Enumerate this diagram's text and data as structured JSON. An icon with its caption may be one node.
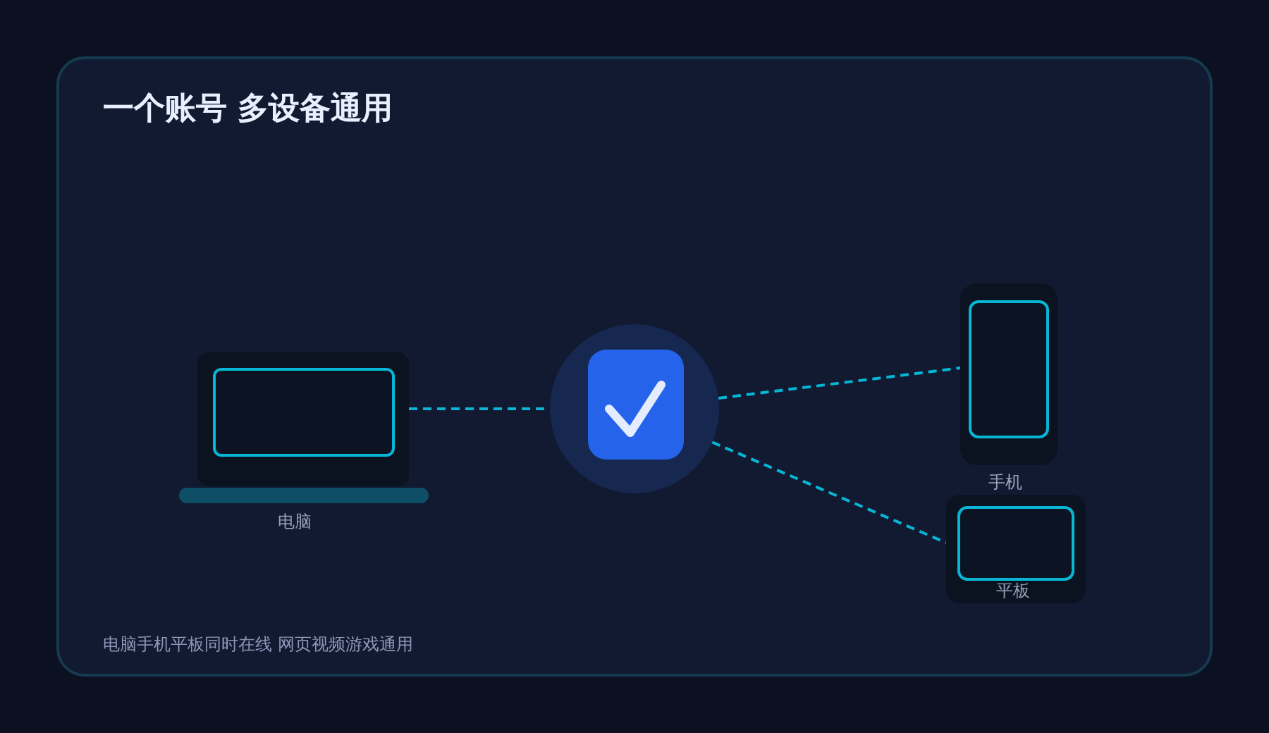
{
  "diagram": {
    "title": "一个账号 多设备通用",
    "nodes": [
      {
        "text": [
          "电脑"
        ]
      },
      {
        "text": [],
        "shape": "circle"
      },
      {
        "text": [
          "手机"
        ]
      },
      {
        "text": [
          "平板"
        ]
      }
    ],
    "edges": [
      {
        "from": 0,
        "to": 1,
        "arrow": "none",
        "style": "dashed"
      },
      {
        "from": 1,
        "to": 2,
        "arrow": "none",
        "style": "dashed"
      },
      {
        "from": 1,
        "to": 3,
        "arrow": "none",
        "style": "dashed"
      }
    ],
    "labels": [
      "电脑手机平板同时在线 网页视频游戏通用"
    ]
  }
}
